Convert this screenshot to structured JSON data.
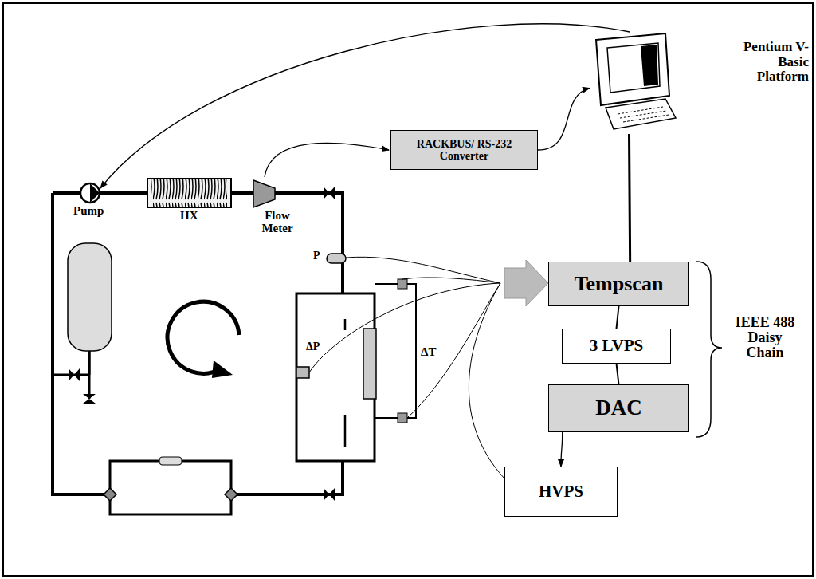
{
  "diagram": {
    "nodes": [
      {
        "text": [
          "Pentium V-Basic Platform"
        ]
      },
      {
        "text": [
          "RACKBUS/ RS-232 Converter"
        ]
      },
      {
        "text": [
          "Tempscan"
        ]
      },
      {
        "text": [
          "3 LVPS"
        ]
      },
      {
        "text": [
          "DAC"
        ]
      },
      {
        "text": [
          "HVPS"
        ]
      }
    ],
    "edges": [
      {
        "from": 1,
        "to": 0,
        "arrow": "to"
      },
      {
        "from": 0,
        "to": 2,
        "arrow": "none"
      },
      {
        "from": 2,
        "to": 3,
        "arrow": "none"
      },
      {
        "from": 3,
        "to": 4,
        "arrow": "none"
      },
      {
        "from": 4,
        "to": 5,
        "arrow": "to"
      }
    ],
    "labels": [
      "Pump",
      "HX",
      "Flow Meter",
      "P",
      "ΔP",
      "ΔT",
      "IEEE 488 Daisy Chain"
    ]
  }
}
